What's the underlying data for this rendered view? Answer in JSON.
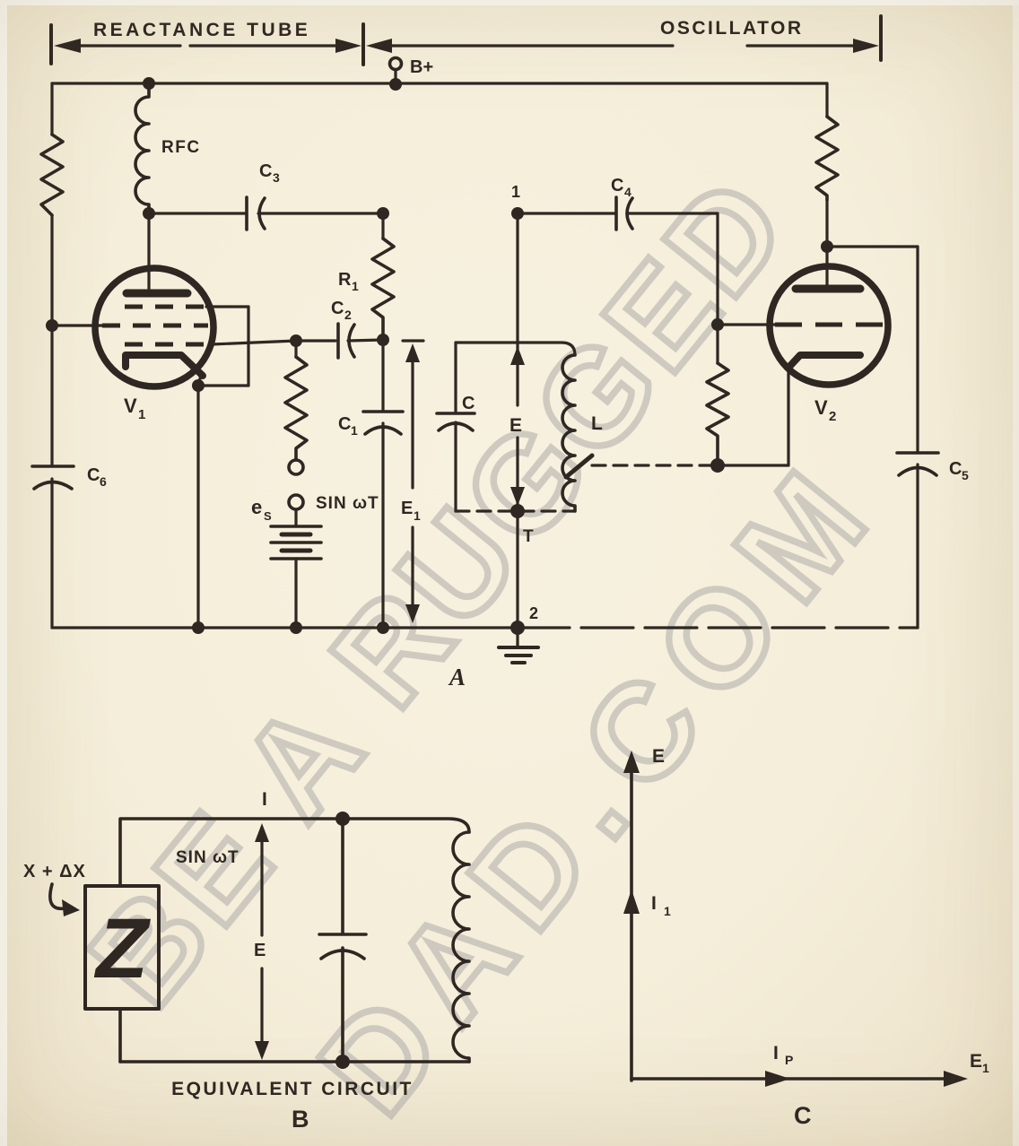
{
  "watermark": {
    "line1": "BE A RUGGED",
    "line2": "DAD.COM"
  },
  "dims": {
    "reactance_tube": "REACTANCE TUBE",
    "oscillator": "OSCILLATOR"
  },
  "a": {
    "b_plus": "B+",
    "rfc": "RFC",
    "c3b": "C",
    "c3s": "3",
    "c4b": "C",
    "c4s": "4",
    "r1b": "R",
    "r1s": "1",
    "c2b": "C",
    "c2s": "2",
    "c1b": "C",
    "c1s": "1",
    "c6b": "C",
    "c6s": "6",
    "c5b": "C",
    "c5s": "5",
    "v1b": "V",
    "v1s": "1",
    "v2b": "V",
    "v2s": "2",
    "node1": "1",
    "node2": "2",
    "tank_c": "C",
    "tank_e": "E",
    "tank_l": "L",
    "tank_t": "T",
    "esb": "e",
    "ess": "S",
    "sin": "SIN ωT",
    "e1b": "E",
    "e1s": "1",
    "fig": "A"
  },
  "b": {
    "i": "I",
    "sin": "SIN ωT",
    "x_dx": "X + ΔX",
    "e": "E",
    "z": "Z",
    "caption": "EQUIVALENT CIRCUIT",
    "fig": "B"
  },
  "c": {
    "e": "E",
    "i1b": "I",
    "i1s": "1",
    "ipb": "I",
    "ips": "P",
    "e1b": "E",
    "e1s": "1",
    "fig": "C"
  },
  "colors": {
    "ink": "#2e2722",
    "paper": "#f5eeda",
    "watermark": "#c9c5bc"
  }
}
